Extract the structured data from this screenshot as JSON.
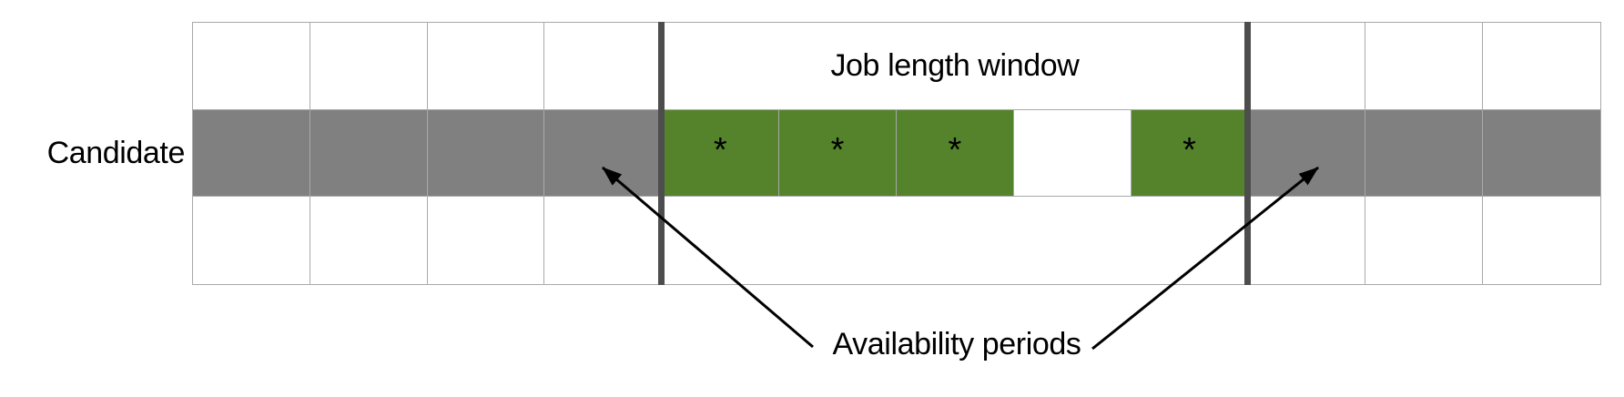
{
  "labels": {
    "candidate": "Candidate",
    "job_window": "Job length window",
    "availability": "Availability periods"
  },
  "asterisk": "*",
  "colors": {
    "available": "#808080",
    "scheduled": "#55832c",
    "window_bar": "#4d4d4d",
    "grid_line": "#a9a9a9",
    "background": "#ffffff",
    "text": "#000000",
    "arrow": "#000000"
  },
  "grid": {
    "columns": 12,
    "rows": 3,
    "window_start_col": 5,
    "window_end_col": 9,
    "middle_row_cells": [
      "available",
      "available",
      "available",
      "available",
      "scheduled",
      "scheduled",
      "scheduled",
      "gap",
      "scheduled",
      "available",
      "available",
      "available"
    ]
  }
}
